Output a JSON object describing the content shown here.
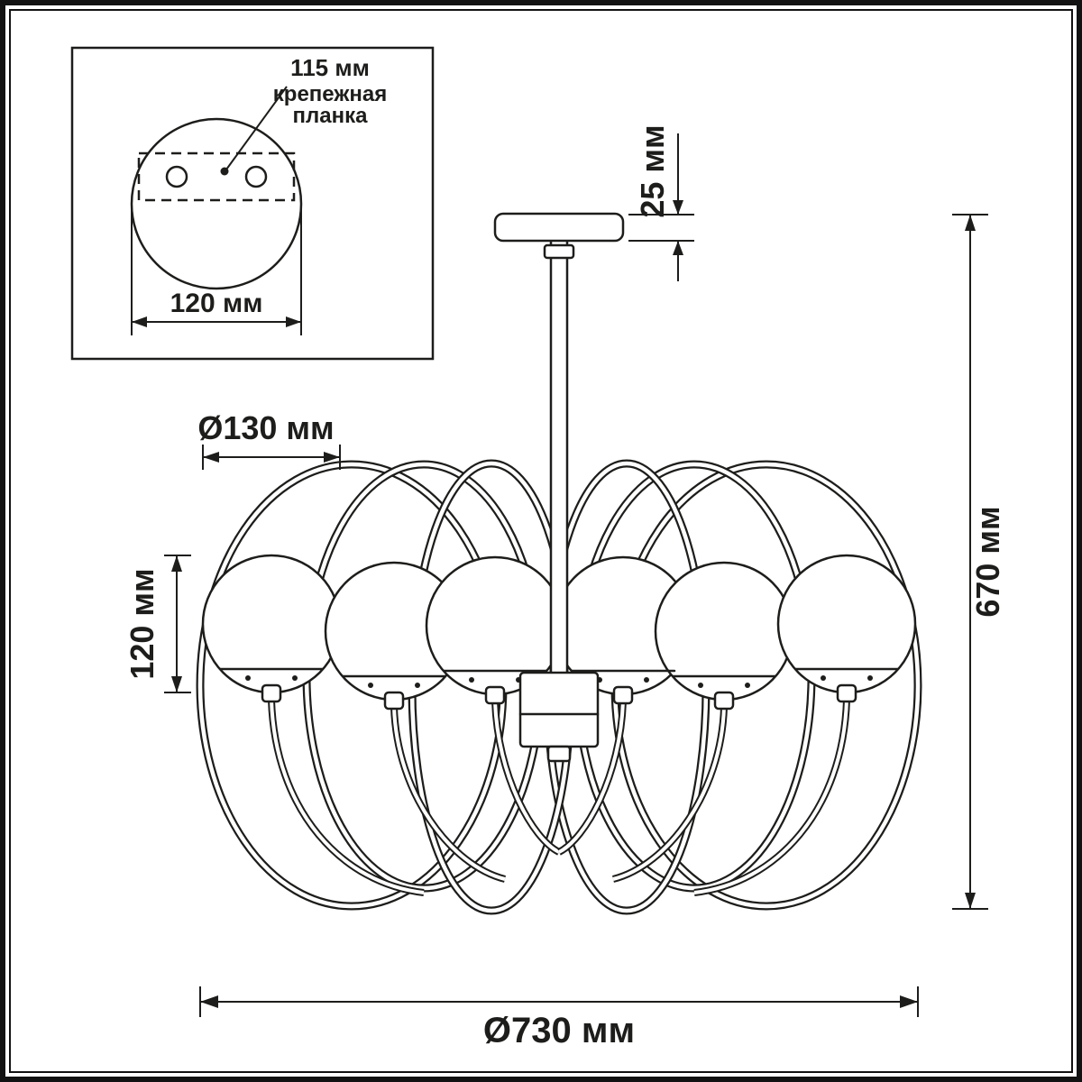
{
  "diagram": {
    "kind": "technical-drawing",
    "subject": "chandelier-dimensions",
    "line_color": "#1d1d1b",
    "background_color": "#ffffff"
  },
  "inset": {
    "hole_spacing_label": "115 мм",
    "mount_label_line1": "крепежная",
    "mount_label_line2": "планка",
    "base_diameter_label": "120 мм"
  },
  "dimensions": {
    "canopy_height": "25 мм",
    "overall_height": "670 мм",
    "shade_diameter": "Ø130 мм",
    "shade_height": "120 мм",
    "overall_width": "Ø730 мм"
  }
}
